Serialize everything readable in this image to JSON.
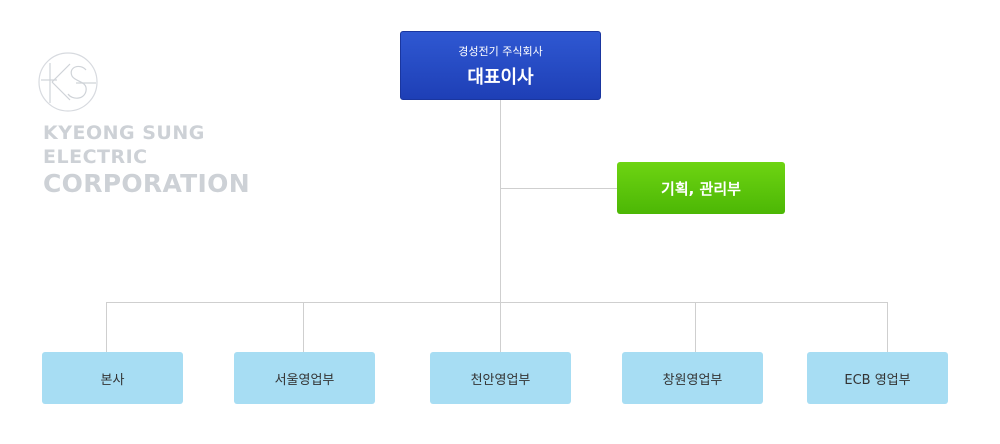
{
  "logo": {
    "icon": "ks-monogram-icon",
    "line1": "KYEONG SUNG",
    "line2": "ELECTRIC",
    "line3": "CORPORATION"
  },
  "org": {
    "ceo": {
      "company": "경성전기 주식회사",
      "title": "대표이사"
    },
    "staff": {
      "label": "기획, 관리부"
    },
    "departments": [
      "본사",
      "서울영업부",
      "천안영업부",
      "창원영업부",
      "ECB 영업부"
    ]
  },
  "colors": {
    "ceo": "#2448c4",
    "staff": "#5cc40b",
    "department": "#a7ddf3",
    "connector": "#cfcfcf",
    "logo": "#cdd1d6"
  }
}
